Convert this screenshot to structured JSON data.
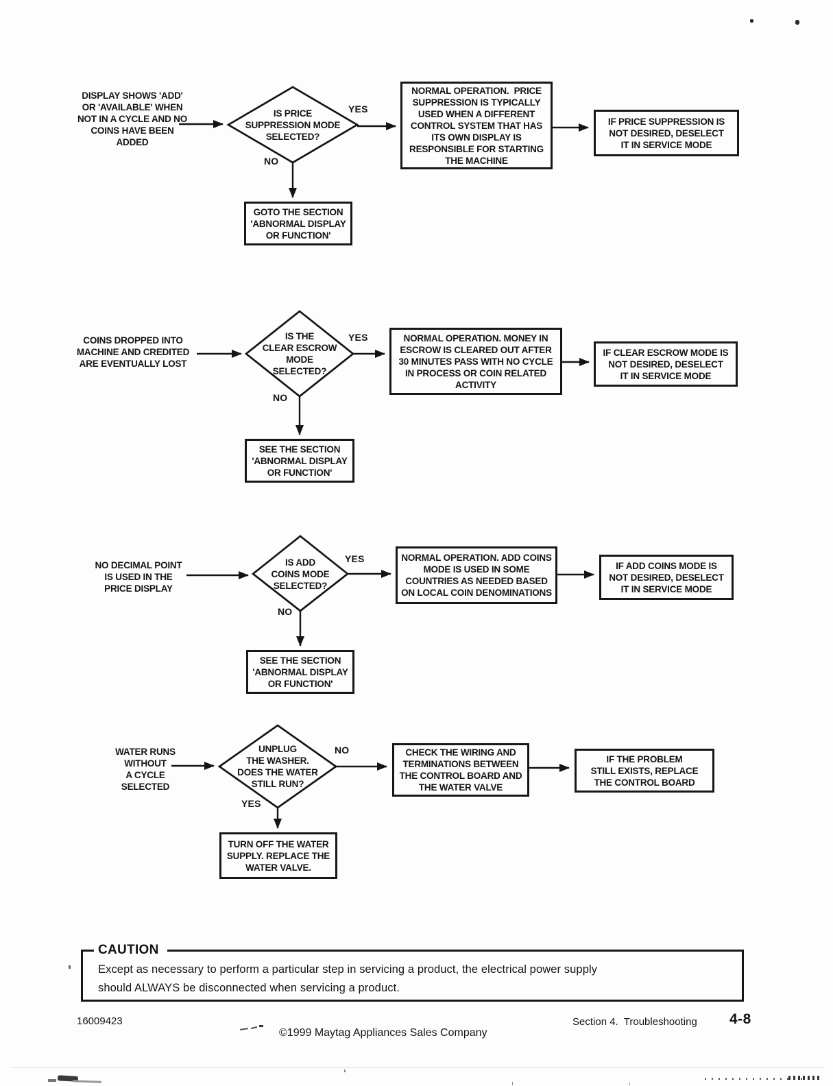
{
  "flows": [
    {
      "problem": "DISPLAY SHOWS 'ADD'\nOR 'AVAILABLE' WHEN\nNOT IN A CYCLE AND NO\nCOINS HAVE BEEN\nADDED",
      "decision": "IS PRICE\nSUPPRESSION MODE\nSELECTED?",
      "branch_right": "YES",
      "branch_down": "NO",
      "right_box": "NORMAL OPERATION.  PRICE\nSUPPRESSION IS TYPICALLY\nUSED WHEN A DIFFERENT\nCONTROL SYSTEM THAT HAS\nITS OWN DISPLAY IS\nRESPONSIBLE FOR STARTING\nTHE MACHINE",
      "far_right_box": "IF PRICE SUPPRESSION IS\nNOT DESIRED, DESELECT\nIT IN SERVICE MODE",
      "down_box": "GOTO THE SECTION\n'ABNORMAL DISPLAY\nOR FUNCTION'"
    },
    {
      "problem": "COINS DROPPED INTO\nMACHINE AND CREDITED\nARE EVENTUALLY LOST",
      "decision": "IS THE\nCLEAR ESCROW\nMODE\nSELECTED?",
      "branch_right": "YES",
      "branch_down": "NO",
      "right_box": "NORMAL OPERATION. MONEY IN\nESCROW IS CLEARED OUT AFTER\n30 MINUTES PASS WITH NO CYCLE\nIN PROCESS OR COIN RELATED\nACTIVITY",
      "far_right_box": "IF CLEAR ESCROW MODE IS\nNOT DESIRED, DESELECT\nIT IN SERVICE MODE",
      "down_box": "SEE THE SECTION\n'ABNORMAL DISPLAY\nOR FUNCTION'"
    },
    {
      "problem": "NO DECIMAL POINT\nIS USED IN THE\nPRICE DISPLAY",
      "decision": "IS ADD\nCOINS MODE\nSELECTED?",
      "branch_right": "YES",
      "branch_down": "NO",
      "right_box": "NORMAL OPERATION. ADD COINS\nMODE IS USED IN SOME\nCOUNTRIES AS NEEDED BASED\nON LOCAL COIN DENOMINATIONS",
      "far_right_box": "IF ADD COINS MODE IS\nNOT DESIRED, DESELECT\nIT IN SERVICE MODE",
      "down_box": "SEE THE SECTION\n'ABNORMAL DISPLAY\nOR FUNCTION'"
    },
    {
      "problem": "WATER RUNS\nWITHOUT\nA CYCLE\nSELECTED",
      "decision": "UNPLUG\nTHE WASHER.\nDOES THE WATER\nSTILL RUN?",
      "branch_right": "NO",
      "branch_down": "YES",
      "right_box": "CHECK THE WIRING AND\nTERMINATIONS BETWEEN\nTHE CONTROL BOARD AND\nTHE WATER VALVE",
      "far_right_box": "IF THE PROBLEM\nSTILL EXISTS, REPLACE\nTHE CONTROL BOARD",
      "down_box": "TURN OFF THE WATER\nSUPPLY. REPLACE THE\nWATER VALVE."
    }
  ],
  "caution": {
    "title": "CAUTION",
    "body": "Except as necessary to perform a particular step in servicing a product, the electrical power supply\nshould ALWAYS be disconnected when servicing a product."
  },
  "footer": {
    "doc_number": "16009423",
    "copyright": "©1999 Maytag Appliances Sales Company",
    "section": "Section 4.  Troubleshooting",
    "page_number": "4-8"
  }
}
